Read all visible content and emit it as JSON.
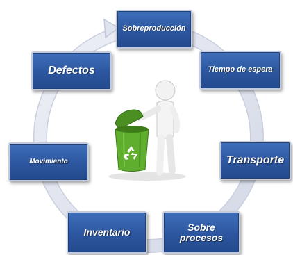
{
  "steps": [
    {
      "label": "Sobreproducción"
    },
    {
      "label": "Tiempo de espera"
    },
    {
      "label": "Transporte"
    },
    {
      "label": "Sobre\nprocesos"
    },
    {
      "label": "Inventario"
    },
    {
      "label": "Movimiento"
    },
    {
      "label": "Defectos"
    }
  ],
  "colors": {
    "box": "#2c569f",
    "ring": "#dde1ec",
    "bin": "#5aa02c"
  },
  "center": {
    "icon_names": [
      "person-figure-icon",
      "recycle-bin-icon",
      "recycle-symbol-icon"
    ]
  }
}
